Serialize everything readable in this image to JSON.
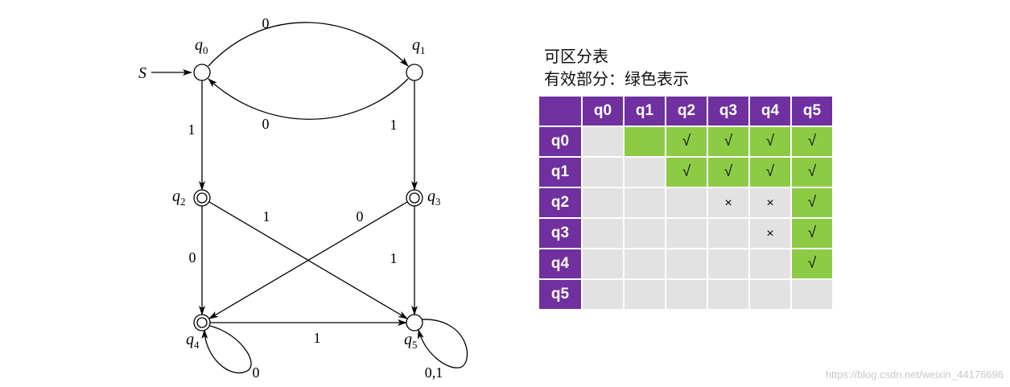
{
  "diagram": {
    "start_label": "S",
    "states": [
      {
        "id": "q0",
        "base": "q",
        "sub": "0",
        "accepting": false
      },
      {
        "id": "q1",
        "base": "q",
        "sub": "1",
        "accepting": false
      },
      {
        "id": "q2",
        "base": "q",
        "sub": "2",
        "accepting": true
      },
      {
        "id": "q3",
        "base": "q",
        "sub": "3",
        "accepting": true
      },
      {
        "id": "q4",
        "base": "q",
        "sub": "4",
        "accepting": true
      },
      {
        "id": "q5",
        "base": "q",
        "sub": "5",
        "accepting": false
      }
    ],
    "transitions": [
      {
        "from": "q0",
        "to": "q1",
        "label": "0"
      },
      {
        "from": "q1",
        "to": "q0",
        "label": "0"
      },
      {
        "from": "q0",
        "to": "q2",
        "label": "1"
      },
      {
        "from": "q1",
        "to": "q3",
        "label": "1"
      },
      {
        "from": "q2",
        "to": "q5",
        "label": "1"
      },
      {
        "from": "q3",
        "to": "q4",
        "label": "0"
      },
      {
        "from": "q2",
        "to": "q4",
        "label": "0"
      },
      {
        "from": "q3",
        "to": "q5",
        "label": "1"
      },
      {
        "from": "q4",
        "to": "q5",
        "label": "1"
      },
      {
        "from": "q4",
        "to": "q4",
        "label": "0"
      },
      {
        "from": "q5",
        "to": "q5",
        "label": "0,1"
      }
    ]
  },
  "table": {
    "title_line1": "可区分表",
    "title_line2": "有效部分：绿色表示",
    "columns": [
      "q0",
      "q1",
      "q2",
      "q3",
      "q4",
      "q5"
    ],
    "rows": [
      {
        "label": "q0",
        "cells": [
          {
            "mark": "",
            "color": "empty"
          },
          {
            "mark": "",
            "color": "green"
          },
          {
            "mark": "√",
            "color": "green"
          },
          {
            "mark": "√",
            "color": "green"
          },
          {
            "mark": "√",
            "color": "green"
          },
          {
            "mark": "√",
            "color": "green"
          }
        ]
      },
      {
        "label": "q1",
        "cells": [
          {
            "mark": "",
            "color": "empty"
          },
          {
            "mark": "",
            "color": "empty"
          },
          {
            "mark": "√",
            "color": "green"
          },
          {
            "mark": "√",
            "color": "green"
          },
          {
            "mark": "√",
            "color": "green"
          },
          {
            "mark": "√",
            "color": "green"
          }
        ]
      },
      {
        "label": "q2",
        "cells": [
          {
            "mark": "",
            "color": "empty"
          },
          {
            "mark": "",
            "color": "empty"
          },
          {
            "mark": "",
            "color": "empty"
          },
          {
            "mark": "×",
            "color": "empty"
          },
          {
            "mark": "×",
            "color": "empty"
          },
          {
            "mark": "√",
            "color": "green"
          }
        ]
      },
      {
        "label": "q3",
        "cells": [
          {
            "mark": "",
            "color": "empty"
          },
          {
            "mark": "",
            "color": "empty"
          },
          {
            "mark": "",
            "color": "empty"
          },
          {
            "mark": "",
            "color": "empty"
          },
          {
            "mark": "×",
            "color": "empty"
          },
          {
            "mark": "√",
            "color": "green"
          }
        ]
      },
      {
        "label": "q4",
        "cells": [
          {
            "mark": "",
            "color": "empty"
          },
          {
            "mark": "",
            "color": "empty"
          },
          {
            "mark": "",
            "color": "empty"
          },
          {
            "mark": "",
            "color": "empty"
          },
          {
            "mark": "",
            "color": "empty"
          },
          {
            "mark": "√",
            "color": "green"
          }
        ]
      },
      {
        "label": "q5",
        "cells": [
          {
            "mark": "",
            "color": "empty"
          },
          {
            "mark": "",
            "color": "empty"
          },
          {
            "mark": "",
            "color": "empty"
          },
          {
            "mark": "",
            "color": "empty"
          },
          {
            "mark": "",
            "color": "empty"
          },
          {
            "mark": "",
            "color": "empty"
          }
        ]
      }
    ]
  },
  "colors": {
    "header": "#7030a0",
    "green": "#8dcb45",
    "empty": "#e2e2e2"
  },
  "watermark": "https://blog.csdn.net/weixin_44176696"
}
